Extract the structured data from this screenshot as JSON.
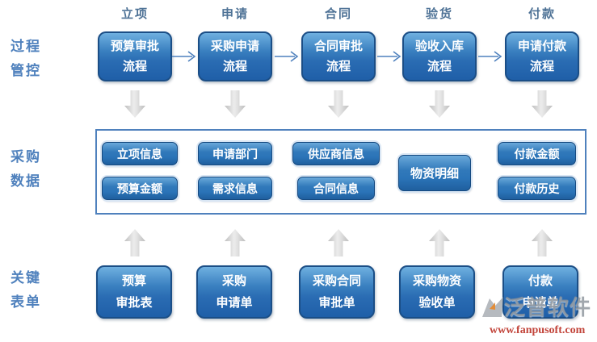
{
  "colors": {
    "box_fill_top": "#6fb0e0",
    "box_fill_bottom": "#1f5fa8",
    "box_border": "#1b4e86",
    "container_border": "#4f81bd",
    "label_blue": "#4f81bd",
    "header_blue": "#4e7296",
    "arrow_gray": "#d9d9d9",
    "flow_arrow_blue": "#4f81bd",
    "watermark_gray": "#878e96",
    "url_red": "#c2443a"
  },
  "row_labels": {
    "process": {
      "line1": "过程",
      "line2": "管控"
    },
    "data": {
      "line1": "采购",
      "line2": "数据"
    },
    "forms": {
      "line1": "关键",
      "line2": "表单"
    }
  },
  "columns": [
    {
      "header": "立项",
      "process": {
        "line1": "预算审批",
        "line2": "流程"
      },
      "data_items": {
        "a": "立项信息",
        "b": "预算金额"
      },
      "form": {
        "line1": "预算",
        "line2": "审批表"
      }
    },
    {
      "header": "申请",
      "process": {
        "line1": "采购申请",
        "line2": "流程"
      },
      "data_items": {
        "a": "申请部门",
        "b": "需求信息"
      },
      "form": {
        "line1": "采购",
        "line2": "申请单"
      }
    },
    {
      "header": "合同",
      "process": {
        "line1": "合同审批",
        "line2": "流程"
      },
      "data_items": {
        "a": "供应商信息",
        "b": "合同信息"
      },
      "form": {
        "line1": "采购合同",
        "line2": "审批单"
      }
    },
    {
      "header": "验货",
      "process": {
        "line1": "验收入库",
        "line2": "流程"
      },
      "data_items": {
        "a": "物资明细"
      },
      "form": {
        "line1": "采购物资",
        "line2": "验收单"
      }
    },
    {
      "header": "付款",
      "process": {
        "line1": "申请付款",
        "line2": "流程"
      },
      "data_items": {
        "a": "付款金额",
        "b": "付款历史"
      },
      "form": {
        "line1": "付款",
        "line2": "申请单"
      }
    }
  ],
  "watermark": {
    "logo_text": "泛普软件",
    "url": "www.fanpusoft.com"
  }
}
